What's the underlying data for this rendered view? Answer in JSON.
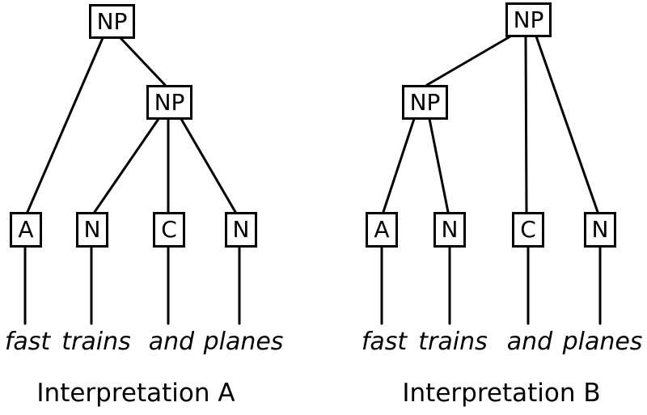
{
  "canvas": {
    "background": "#ffffff",
    "line_color": "#000000",
    "sentence": "fast trains and planes"
  },
  "trees": [
    {
      "caption": "Interpretation A",
      "root_label": "NP",
      "inner_label": "NP",
      "grouping": "root dominates A and inner NP; inner NP dominates N C N",
      "leaves": [
        {
          "tag": "A",
          "word": "fast"
        },
        {
          "tag": "N",
          "word": "trains"
        },
        {
          "tag": "C",
          "word": "and"
        },
        {
          "tag": "N",
          "word": "planes"
        }
      ]
    },
    {
      "caption": "Interpretation B",
      "root_label": "NP",
      "inner_label": "NP",
      "grouping": "root dominates inner NP, C and N; inner NP dominates A N",
      "leaves": [
        {
          "tag": "A",
          "word": "fast"
        },
        {
          "tag": "N",
          "word": "trains"
        },
        {
          "tag": "C",
          "word": "and"
        },
        {
          "tag": "N",
          "word": "planes"
        }
      ]
    }
  ]
}
